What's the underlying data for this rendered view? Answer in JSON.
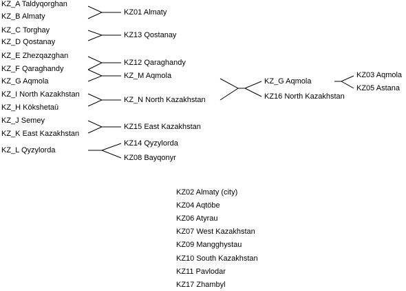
{
  "left_units": [
    "KZ_A Taldyqorghan",
    "KZ_B Almaty",
    "KZ_C Torghay",
    "KZ_D Qostanay",
    "KZ_E Zhezqazghan",
    "KZ_F Qaraghandy",
    "KZ_G Aqmola",
    "KZ_I North Kazakhstan",
    "KZ_H Kökshetaū",
    "KZ_J Semey",
    "KZ_K East Kazakhstan",
    "KZ_L Qyzylorda"
  ],
  "middle_units": [
    "KZ01 Almaty",
    "KZ13 Qostanay",
    "KZ12 Qaraghandy",
    "KZ_M Aqmola",
    "KZ_N North Kazakhstan",
    "KZ15 East Kazakhstan",
    "KZ14 Qyzylorda",
    "KZ08 Bayqonyr"
  ],
  "right_units": [
    "KZ_G Aqmola",
    "KZ16 North Kazakhstan",
    "KZ03 Aqmola",
    "KZ05 Astana"
  ],
  "unchanged_units": [
    "KZ02 Almaty (city)",
    "KZ04 Aqtöbe",
    "KZ06 Atyrau",
    "KZ07 West Kazakhstan",
    "KZ09 Mangghystau",
    "KZ10 South Kazakhstan",
    "KZ11 Pavlodar",
    "KZ17 Zhambyl"
  ]
}
